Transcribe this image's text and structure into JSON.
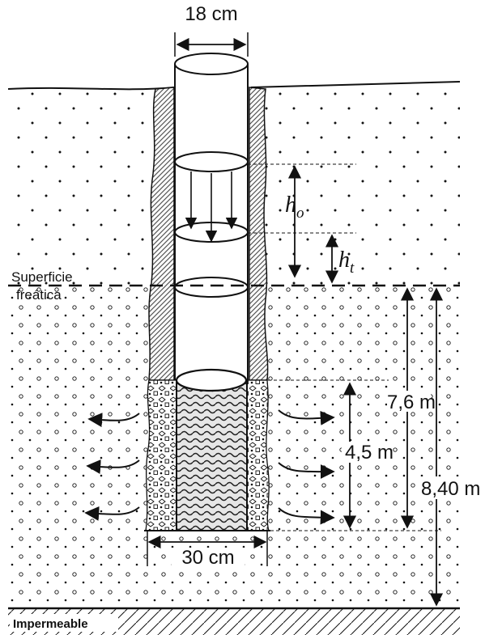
{
  "labels": {
    "pipe_diameter": "18 cm",
    "head_initial": "h",
    "head_initial_sub": "o",
    "head_current": "h",
    "head_current_sub": "t",
    "water_table_line1": "Superficie",
    "water_table_line2": "freática",
    "screen_length": "4,5 m",
    "depth_to_bottom": "7,6 m",
    "depth_to_impermeable": "8,40 m",
    "borehole_diameter": "30 cm",
    "impermeable": "Impermeable"
  },
  "colors": {
    "ink": "#111111",
    "background": "#ffffff"
  },
  "icons": {
    "dimension_arrow": "double-headed-arrow",
    "flow_arrow": "curved-arrow"
  }
}
